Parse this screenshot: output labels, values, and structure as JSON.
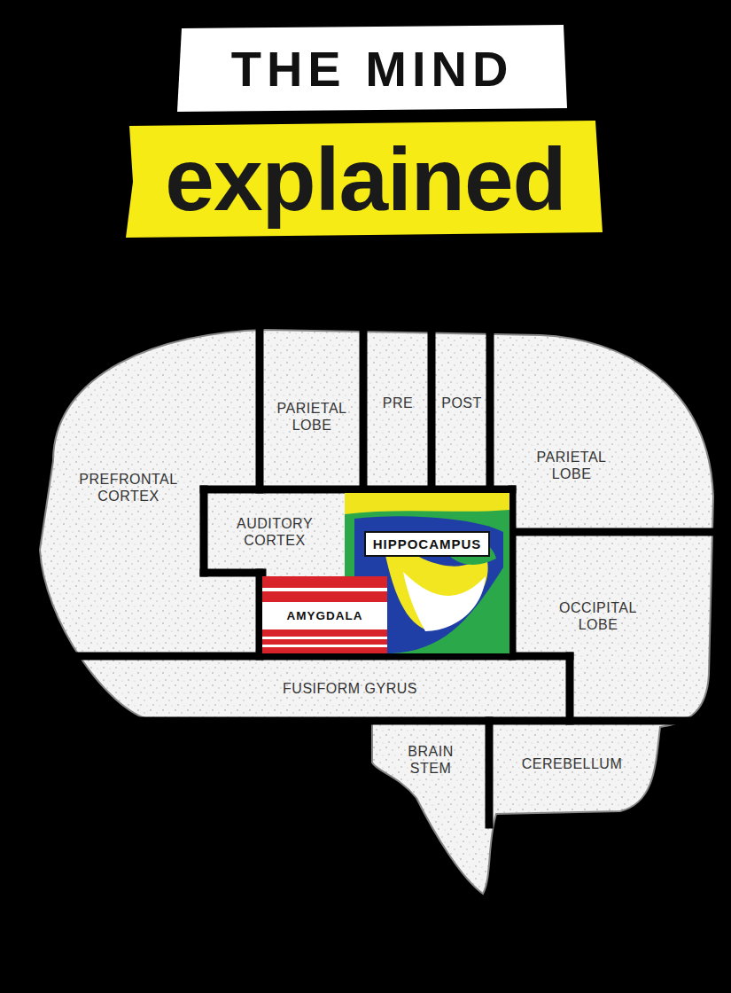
{
  "diagram": {
    "nodes": [
      {
        "text": [
          "THE MIND"
        ]
      },
      {
        "text": [
          "explained"
        ]
      },
      {
        "text": [
          "PREFRONTAL CORTEX"
        ]
      },
      {
        "text": [
          "PARIETAL LOBE"
        ]
      },
      {
        "text": [
          "PRE"
        ]
      },
      {
        "text": [
          "POST"
        ]
      },
      {
        "text": [
          "PARIETAL LOBE"
        ]
      },
      {
        "text": [
          "AUDITORY CORTEX"
        ]
      },
      {
        "text": [
          "HIPPOCAMPUS"
        ]
      },
      {
        "text": [
          "AMYGDALA"
        ]
      },
      {
        "text": [
          "OCCIPITAL LOBE"
        ]
      },
      {
        "text": [
          "FUSIFORM GYRUS"
        ]
      },
      {
        "text": [
          "BRAIN STEM"
        ]
      },
      {
        "text": [
          "CEREBELLUM"
        ]
      }
    ]
  }
}
